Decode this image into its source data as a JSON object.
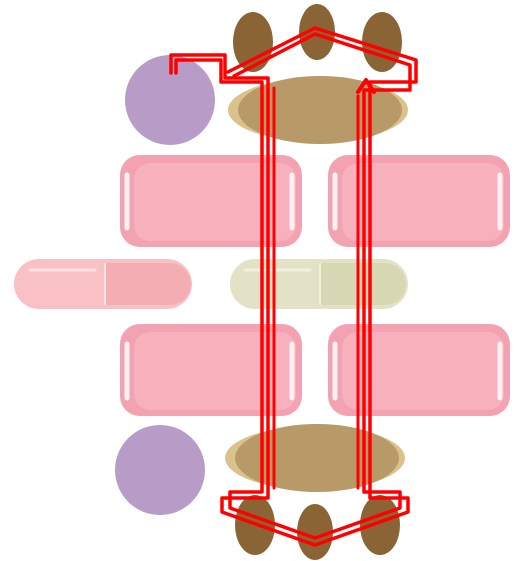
{
  "scene": {
    "palette": {
      "purple": "#b89cc8",
      "pink": "#f7b1bc",
      "pink_edge": "#f2a2b1",
      "pink_highlight": "#fff0f2",
      "pale_pink": "#f9c1c6",
      "pale_green": "#e3e2c6",
      "pale_green_half": "#d8d7b4",
      "tan_fill": "#b79a68",
      "tan_rim": "#dbc28c",
      "brown_oval": "#8b6436",
      "path_red": "#ff0000"
    },
    "pieces": {
      "purple_circles": [
        "purple-circle-top",
        "purple-circle-bottom"
      ],
      "pink_blocks": [
        "pink-block-upper-left",
        "pink-block-upper-right",
        "pink-block-lower-left",
        "pink-block-lower-right"
      ],
      "capsules": [
        "capsule-pink",
        "capsule-green"
      ],
      "tan_plates": [
        "tan-plate-top",
        "tan-plate-bottom"
      ],
      "brown_ovals": 6
    },
    "path": {
      "color": "path_red",
      "shape": "double-loop"
    }
  }
}
